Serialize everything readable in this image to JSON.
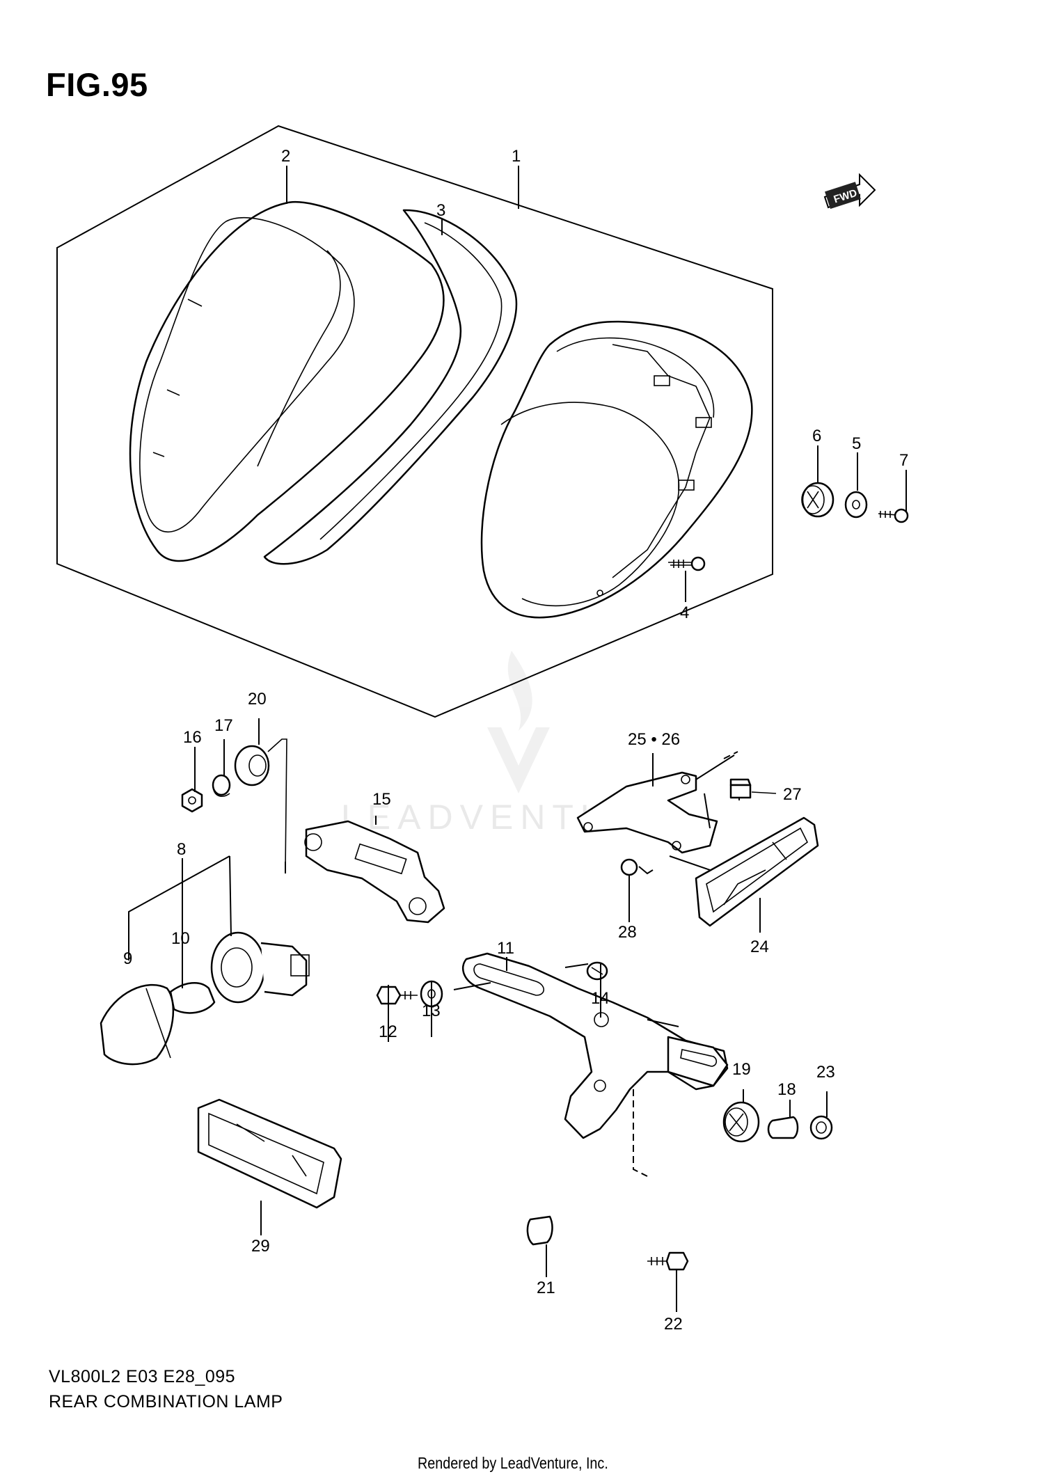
{
  "figure": {
    "title": "FIG.95",
    "model_code": "VL800L2 E03 E28_095",
    "caption": "REAR COMBINATION LAMP",
    "credit": "Rendered by LeadVenture, Inc.",
    "watermark": "LEADVENTURE",
    "fwd_badge": "FWD"
  },
  "callouts": [
    {
      "id": "1",
      "label": "1"
    },
    {
      "id": "2",
      "label": "2"
    },
    {
      "id": "3",
      "label": "3"
    },
    {
      "id": "4",
      "label": "4"
    },
    {
      "id": "5",
      "label": "5"
    },
    {
      "id": "6",
      "label": "6"
    },
    {
      "id": "7",
      "label": "7"
    },
    {
      "id": "8",
      "label": "8"
    },
    {
      "id": "9",
      "label": "9"
    },
    {
      "id": "10",
      "label": "10"
    },
    {
      "id": "11",
      "label": "11"
    },
    {
      "id": "12",
      "label": "12"
    },
    {
      "id": "13",
      "label": "13"
    },
    {
      "id": "14",
      "label": "14"
    },
    {
      "id": "15",
      "label": "15"
    },
    {
      "id": "16",
      "label": "16"
    },
    {
      "id": "17",
      "label": "17"
    },
    {
      "id": "18",
      "label": "18"
    },
    {
      "id": "19",
      "label": "19"
    },
    {
      "id": "20",
      "label": "20"
    },
    {
      "id": "21",
      "label": "21"
    },
    {
      "id": "22",
      "label": "22"
    },
    {
      "id": "23",
      "label": "23"
    },
    {
      "id": "24",
      "label": "24"
    },
    {
      "id": "25_26",
      "label": "25 • 26"
    },
    {
      "id": "27",
      "label": "27"
    },
    {
      "id": "28",
      "label": "28"
    },
    {
      "id": "29",
      "label": "29"
    }
  ]
}
